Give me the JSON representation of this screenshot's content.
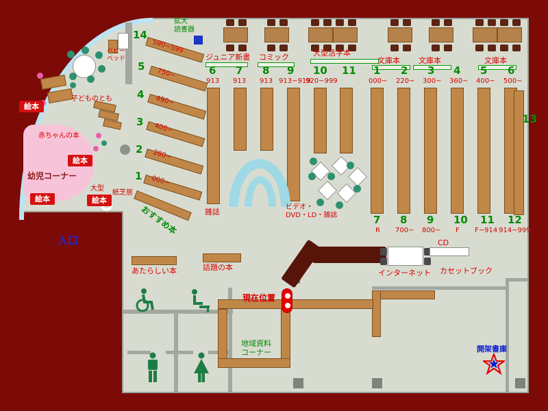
{
  "colors": {
    "background_wall": "#7c0a06",
    "floor": "#d8dcd0",
    "shelf_wood": "#c08748",
    "counter_dark": "#571408",
    "kids_area_pink": "#f7c3d8",
    "bench_cyan": "#9fd9e6",
    "curve_wall_blue": "#bce3f2",
    "label_red": "#d80000",
    "label_green": "#078a07",
    "label_blue": "#1b2ae0"
  },
  "labels": {
    "magnifier": "拡大\n読書器",
    "junior_shinsho": "ジュニア新書",
    "comic": "コミック",
    "large_print": "大型活字本",
    "bunko_1": "文庫本",
    "bunko_2": "文庫本",
    "bunko_3": "文庫本",
    "baby_bed": "ベビー\nベッド",
    "kodomo_no_tomo": "子どものとも",
    "ehon_1": "絵本",
    "ehon_2": "絵本",
    "ehon_3": "絵本",
    "ehon_large_top": "大型",
    "ehon_large_bottom": "絵本",
    "kamishibai": "紙芝居",
    "baby_books": "赤ちゃんの本",
    "infant_corner": "幼児コーナー",
    "entrance": "入口",
    "recommended": "おすすめ本",
    "magazines": "雑誌",
    "video_corner": "ビデオ・\nDVD・LD・雑誌",
    "new_books": "あたらしい本",
    "topic_books": "話題の本",
    "current_location": "現在位置",
    "cd": "CD",
    "internet": "インターネット",
    "cassette_books": "カセットブック",
    "local_materials": "地域資料\nコーナー",
    "open_stacks": "開架書庫",
    "shelf_13": "13"
  },
  "shelf_groups": {
    "diagonal": {
      "items": [
        {
          "num": "14",
          "range": "590~599"
        },
        {
          "num": "5",
          "range": "750~"
        },
        {
          "num": "4",
          "range": "490~"
        },
        {
          "num": "3",
          "range": "400~"
        },
        {
          "num": "2",
          "range": "280~"
        },
        {
          "num": "1",
          "range": "000~"
        }
      ]
    },
    "center_top": {
      "items": [
        {
          "num": "6",
          "range": "913"
        },
        {
          "num": "7",
          "range": "913"
        },
        {
          "num": "8",
          "range": "913"
        },
        {
          "num": "9",
          "range": "913~919"
        },
        {
          "num": "10",
          "range": "920~999"
        },
        {
          "num": "11",
          "range": ""
        }
      ]
    },
    "right_top": {
      "items": [
        {
          "num": "1",
          "range": "000~"
        },
        {
          "num": "2",
          "range": "220~"
        },
        {
          "num": "3",
          "range": "300~"
        },
        {
          "num": "4",
          "range": "360~"
        },
        {
          "num": "5",
          "range": "400~"
        },
        {
          "num": "6",
          "range": "500~"
        }
      ]
    },
    "right_bottom": {
      "items": [
        {
          "num": "7",
          "range": "R"
        },
        {
          "num": "8",
          "range": "700~"
        },
        {
          "num": "9",
          "range": "800~"
        },
        {
          "num": "10",
          "range": "F"
        },
        {
          "num": "11",
          "range": "F~914"
        },
        {
          "num": "12",
          "range": "914~999"
        }
      ]
    }
  },
  "icons": {
    "magnifier_device": "blue-square",
    "current_location_marker": "red-pin",
    "open_stacks_star": "red-blue-star",
    "accessible_toilet": "wheelchair",
    "baby_changing": "baby-care",
    "mens_toilet": "man",
    "womens_toilet": "woman"
  }
}
